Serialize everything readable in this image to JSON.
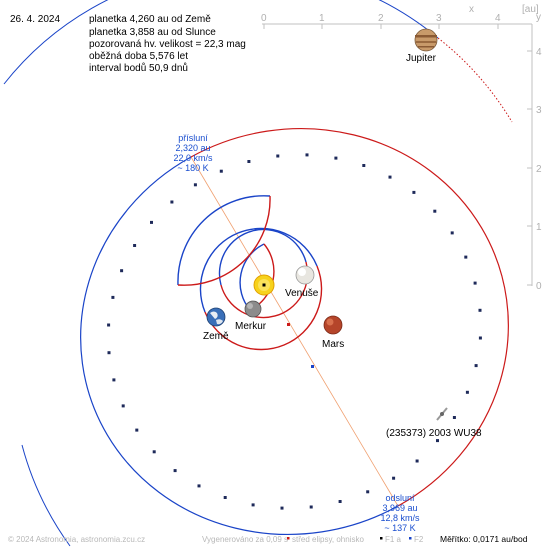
{
  "date": "26. 4. 2024",
  "info_lines": [
    "planetka 4,260 au od Země",
    "planetka 3,858 au od Slunce",
    "pozorovaná hv. velikost = 22,3 mag",
    "oběžná doba 5,576 let",
    "interval bodů 50,9 dnů"
  ],
  "axis": {
    "x_label": "x",
    "unit": "[au]",
    "x_ticks": [
      "0",
      "1",
      "2",
      "3",
      "4"
    ],
    "y_label": "y",
    "y_ticks": [
      "4",
      "3",
      "2",
      "1",
      "0"
    ]
  },
  "perihelion": {
    "title": "přísluní",
    "distance": "2,320 au",
    "speed": "22,0 km/s",
    "temp": "~ 180 K"
  },
  "aphelion": {
    "title": "odsluní",
    "distance": "3,969 au",
    "speed": "12,8 km/s",
    "temp": "~ 137 K"
  },
  "planets": {
    "jupiter": "Jupiter",
    "venus": "Venuše",
    "mercury": "Merkur",
    "earth": "Země",
    "mars": "Mars"
  },
  "asteroid_label": "(235373) 2003 WU38",
  "footer": {
    "copyright": "© 2024 Astronomia, astronomia.zcu.cz",
    "generated": "Vygenerováno za 0,09 s",
    "legend_center": "střed elipsy, ohnisko",
    "legend_foci_a": "F1 a",
    "legend_foci_b": "F2",
    "scale": "Měřítko: 0,0171 au/bod"
  },
  "colors": {
    "orbit_red": "#cc1a1a",
    "orbit_blue": "#1a44c8",
    "apsis_line": "#f0a070",
    "axis_gray": "#c0c0c0",
    "label_blue": "#1a4ecf"
  }
}
